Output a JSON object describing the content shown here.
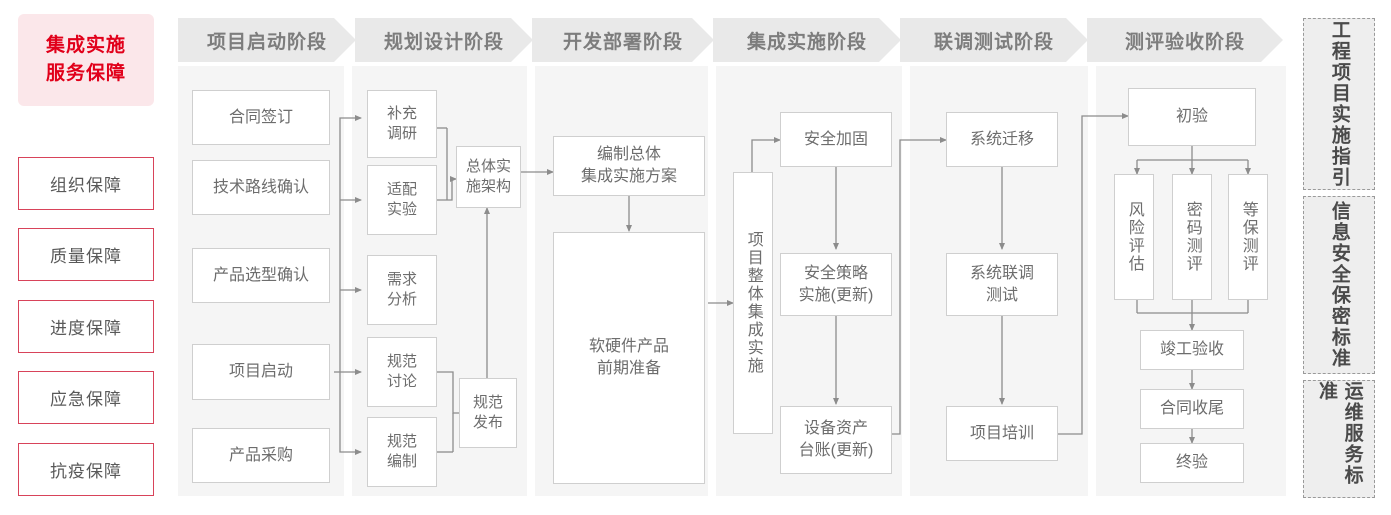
{
  "brand": {
    "label": "集成实施\n服务保障",
    "color": "#e1001a",
    "bg": "#fbe7ea"
  },
  "guarantees": [
    {
      "label": "组织保障"
    },
    {
      "label": "质量保障"
    },
    {
      "label": "进度保障"
    },
    {
      "label": "应急保障"
    },
    {
      "label": "抗疫保障"
    }
  ],
  "phases": [
    {
      "id": "initiation",
      "title": "项目启动阶段"
    },
    {
      "id": "planning",
      "title": "规划设计阶段"
    },
    {
      "id": "deploy",
      "title": "开发部署阶段"
    },
    {
      "id": "integration",
      "title": "集成实施阶段"
    },
    {
      "id": "joint-test",
      "title": "联调测试阶段"
    },
    {
      "id": "acceptance",
      "title": "测评验收阶段"
    }
  ],
  "nodes": {
    "initiation": [
      {
        "label": "合同签订"
      },
      {
        "label": "技术路线确认"
      },
      {
        "label": "产品选型确认"
      },
      {
        "label": "项目启动"
      },
      {
        "label": "产品采购"
      }
    ],
    "planning": [
      {
        "label": "补充\n调研"
      },
      {
        "label": "适配\n实验"
      },
      {
        "label": "需求\n分析"
      },
      {
        "label": "规范\n讨论"
      },
      {
        "label": "规范\n编制"
      },
      {
        "label": "总体实\n施架构"
      },
      {
        "label": "规范\n发布"
      }
    ],
    "deploy": [
      {
        "label": "编制总体\n集成实施方案"
      },
      {
        "label": "软硬件产品\n前期准备"
      }
    ],
    "integration": [
      {
        "label": "项目整体集成实施",
        "vertical": true
      },
      {
        "label": "安全加固"
      },
      {
        "label": "安全策略\n实施(更新)"
      },
      {
        "label": "设备资产\n台账(更新)"
      }
    ],
    "joint-test": [
      {
        "label": "系统迁移"
      },
      {
        "label": "系统联调\n测试"
      },
      {
        "label": "项目培训"
      }
    ],
    "acceptance": [
      {
        "label": "初验"
      },
      {
        "label": "风险评估",
        "vertical": true
      },
      {
        "label": "密码测评",
        "vertical": true
      },
      {
        "label": "等保测评",
        "vertical": true
      },
      {
        "label": "竣工验收"
      },
      {
        "label": "合同收尾"
      },
      {
        "label": "终验"
      }
    ]
  },
  "standards": [
    {
      "label": "工程项目实施指引"
    },
    {
      "label": "信息安全保密标准"
    },
    {
      "label": "运维服务标准"
    }
  ],
  "colors": {
    "accent_red": "#e1001a",
    "guard_border": "#d8435a",
    "panel_bg": "#f5f5f5",
    "header_bg": "#e9e9e9",
    "node_border": "#cfcfcf",
    "text_gray": "#6d6d6d",
    "connector": "#8c8c8c"
  }
}
